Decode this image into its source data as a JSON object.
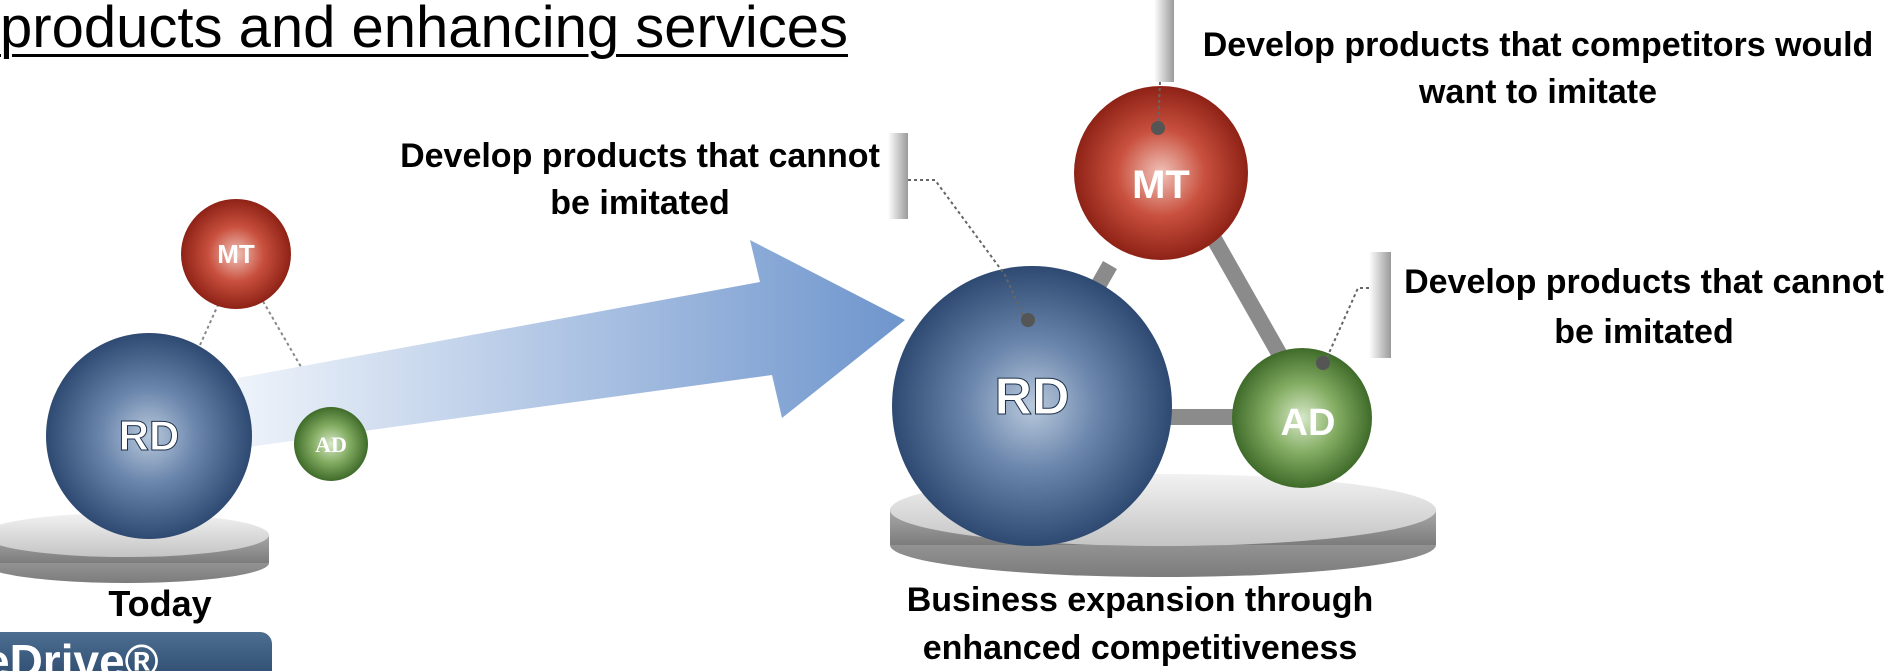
{
  "title": "products and enhancing services",
  "today_diagram": {
    "caption": "Today",
    "rd_label": "RD",
    "mt_label": "MT",
    "ad_label": "AD"
  },
  "future_diagram": {
    "caption": "Business expansion through enhanced competitiveness",
    "rd_label": "RD",
    "mt_label": "MT",
    "ad_label": "AD",
    "callouts": {
      "mt": "Develop products that competitors would want to imitate",
      "rd": "Develop products that cannot be imitated",
      "ad": "Develop products that cannot be imitated"
    }
  },
  "brand_badge": "eDrive®",
  "colors": {
    "rd": "#3d5e8a",
    "mt": "#b83a2c",
    "ad": "#6b9a4c",
    "arrow": "#7a9fd2",
    "platform": "#c8c8c8"
  }
}
